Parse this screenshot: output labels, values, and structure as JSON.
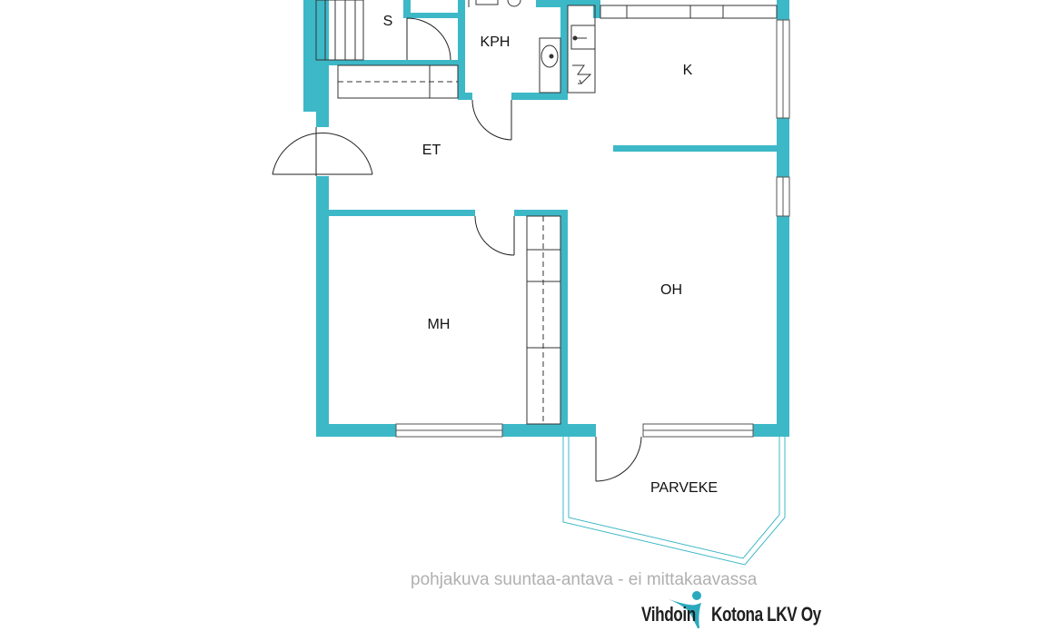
{
  "rooms": {
    "s": "S",
    "kph": "KPH",
    "k": "K",
    "et": "ET",
    "mh": "MH",
    "oh": "OH",
    "parveke": "PARVEKE"
  },
  "footer": {
    "disclaimer": "pohjakuva suuntaa-antava - ei mittakaavassa",
    "brand_left": "Vihdoin",
    "brand_right": "Kotona LKV Oy"
  },
  "colors": {
    "wall": "#3db8c7",
    "fixture_line": "#555555",
    "brand_accent": "#2aa9bd"
  },
  "icons": {
    "logo": "figure-logo-icon"
  }
}
